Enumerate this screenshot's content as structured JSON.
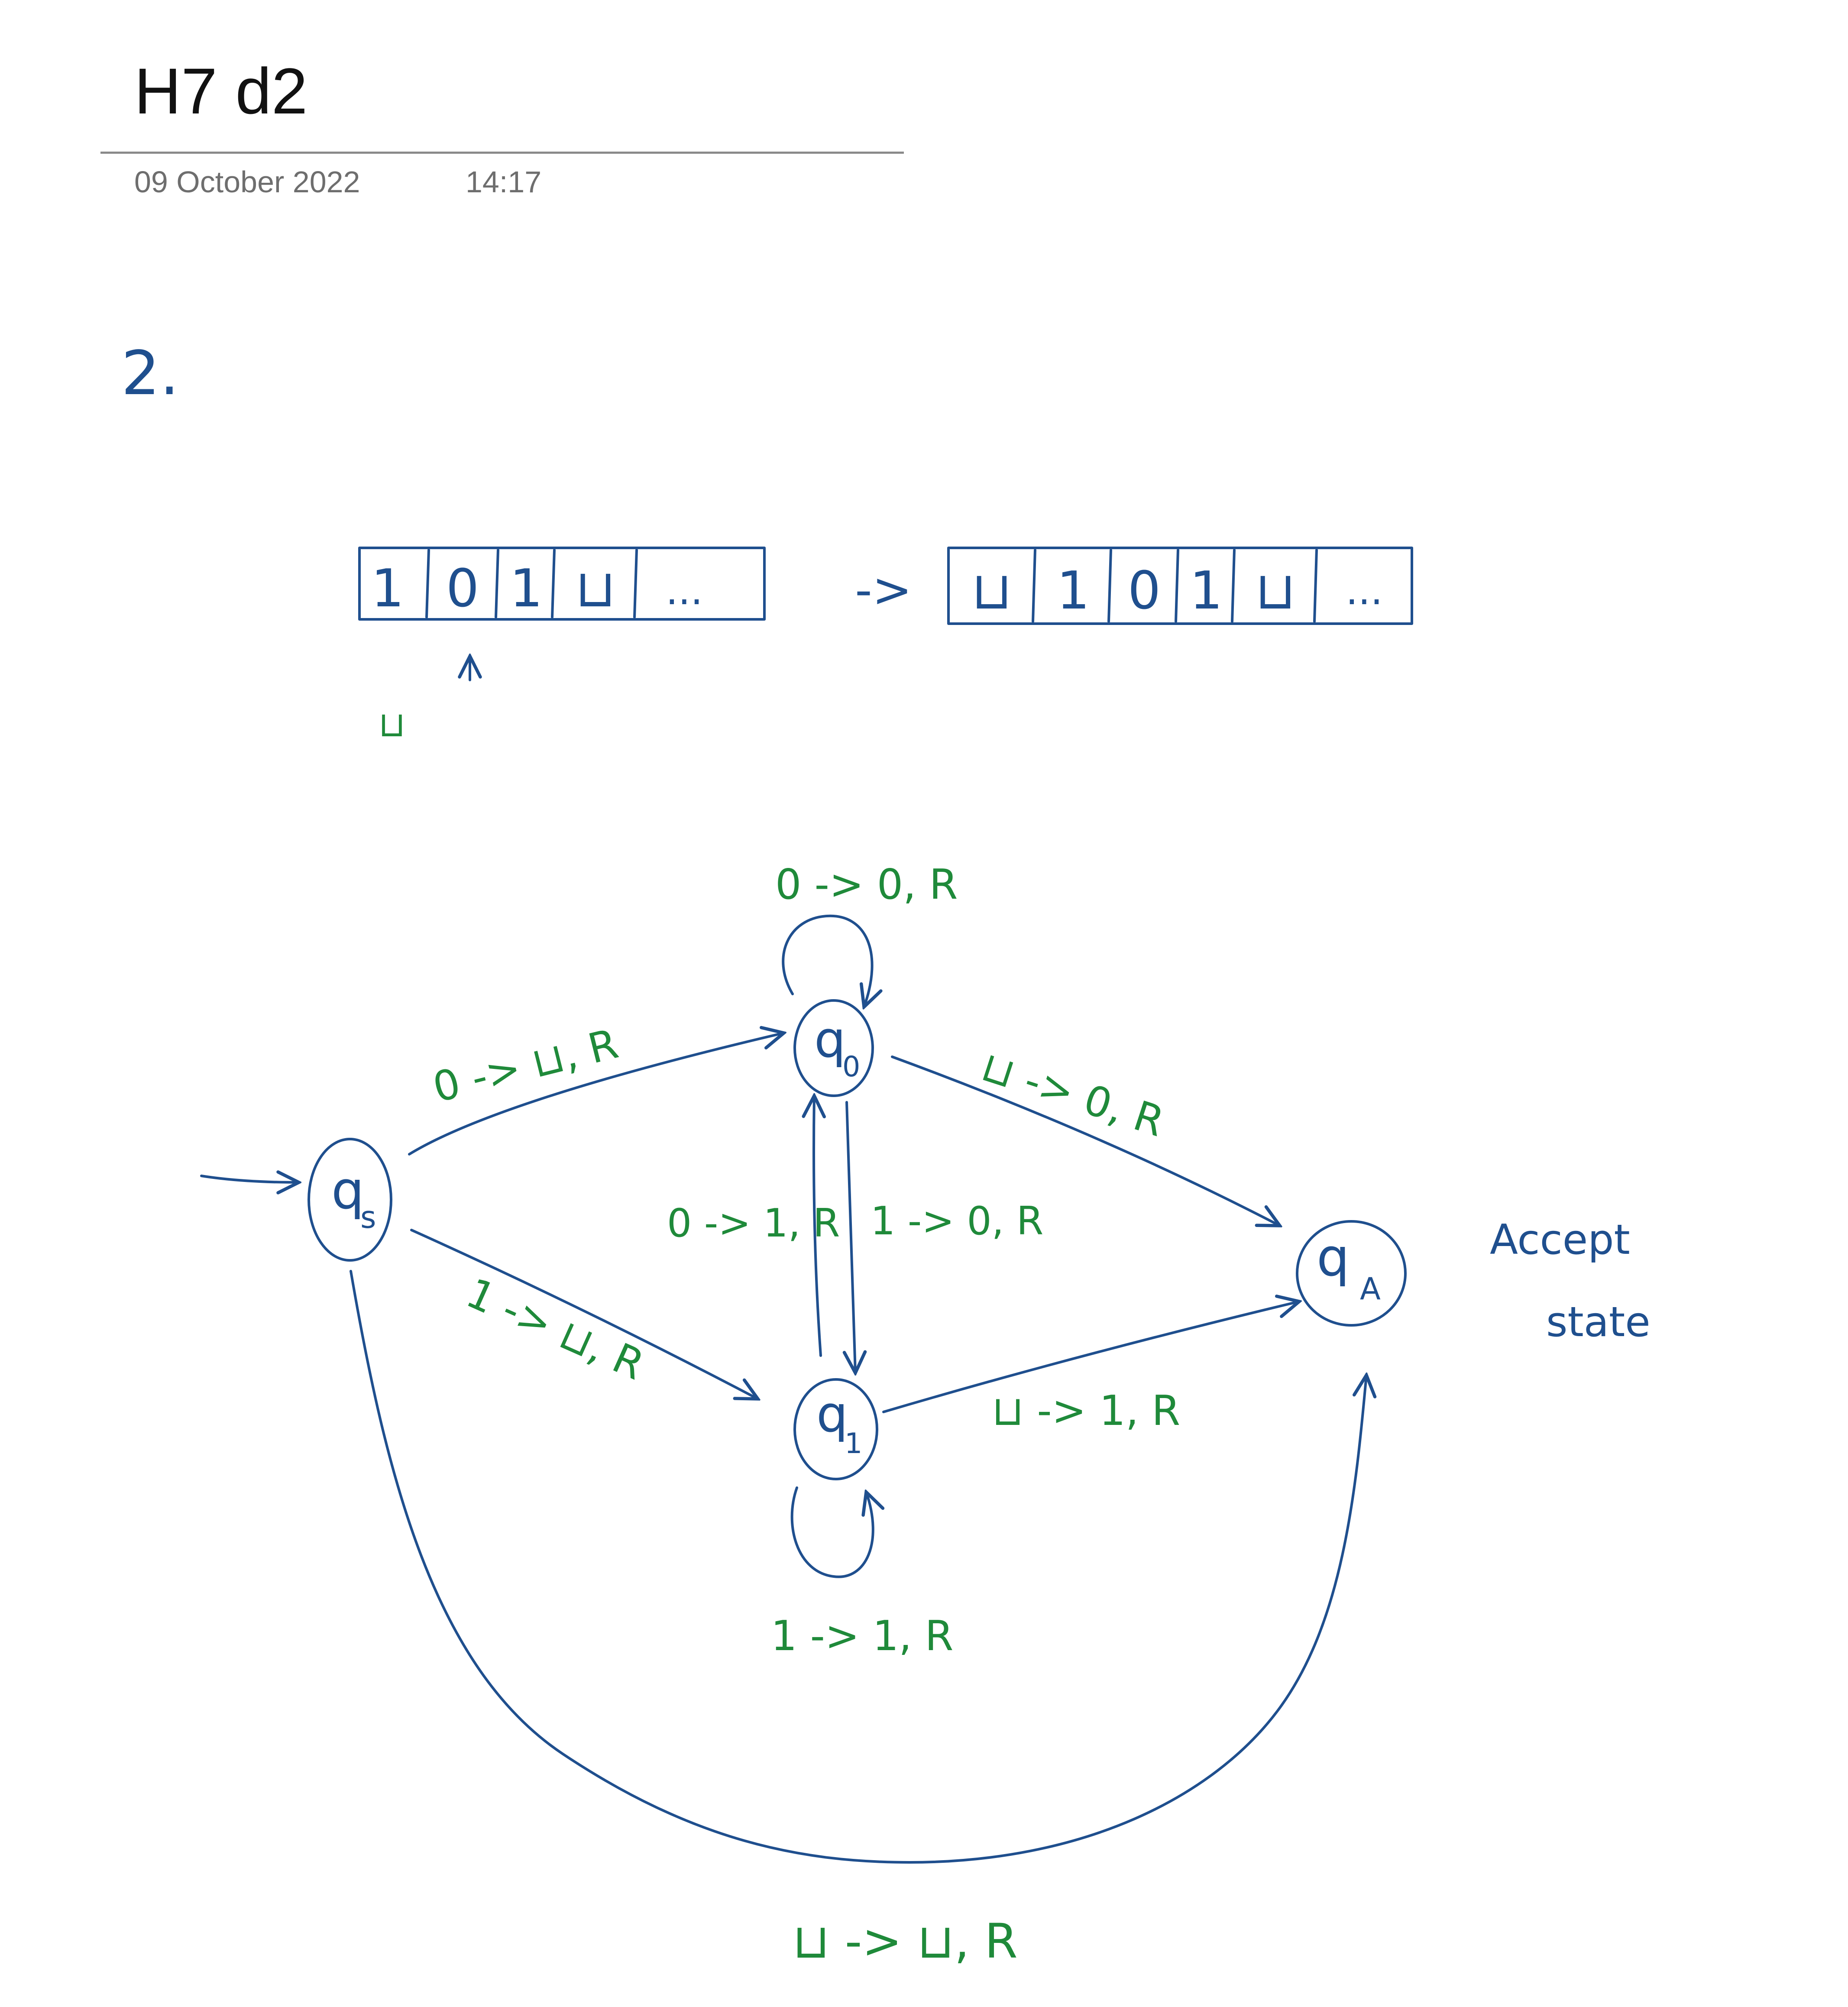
{
  "page": {
    "title": "H7 d2",
    "date": "09 October 2022",
    "time": "14:17"
  },
  "problem": {
    "number": "2."
  },
  "tape_before": {
    "cells": [
      "1",
      "0",
      "1",
      "⊔",
      "..."
    ],
    "blank_note": "⊔"
  },
  "tape_arrow": "->",
  "tape_after": {
    "cells": [
      "⊔",
      "1",
      "0",
      "1",
      "⊔",
      "..."
    ]
  },
  "states": {
    "qs": {
      "name": "q",
      "sub": "s"
    },
    "q0": {
      "name": "q",
      "sub": "0"
    },
    "q1": {
      "name": "q",
      "sub": "1"
    },
    "qA": {
      "name": "q",
      "sub": "A"
    }
  },
  "accept_note": {
    "line1": "Accept",
    "line2": "state"
  },
  "transitions": {
    "q0_loop": "0 -> 0, R",
    "qs_q0": "0 -> ⊔, R",
    "qs_q1": "1 -> ⊔, R",
    "q1_q0": "0 -> 1, R",
    "q0_q1": "1 -> 0, R",
    "q0_qA": "⊔ -> 0, R",
    "q1_qA": "⊔ -> 1, R",
    "q1_loop": "1 -> 1, R",
    "qs_qA": "⊔ -> ⊔, R"
  },
  "colors": {
    "ink_blue": "#1f4f8e",
    "ink_green": "#1f8a3a",
    "title_text": "#111111",
    "meta_text": "#6e6e6e"
  }
}
